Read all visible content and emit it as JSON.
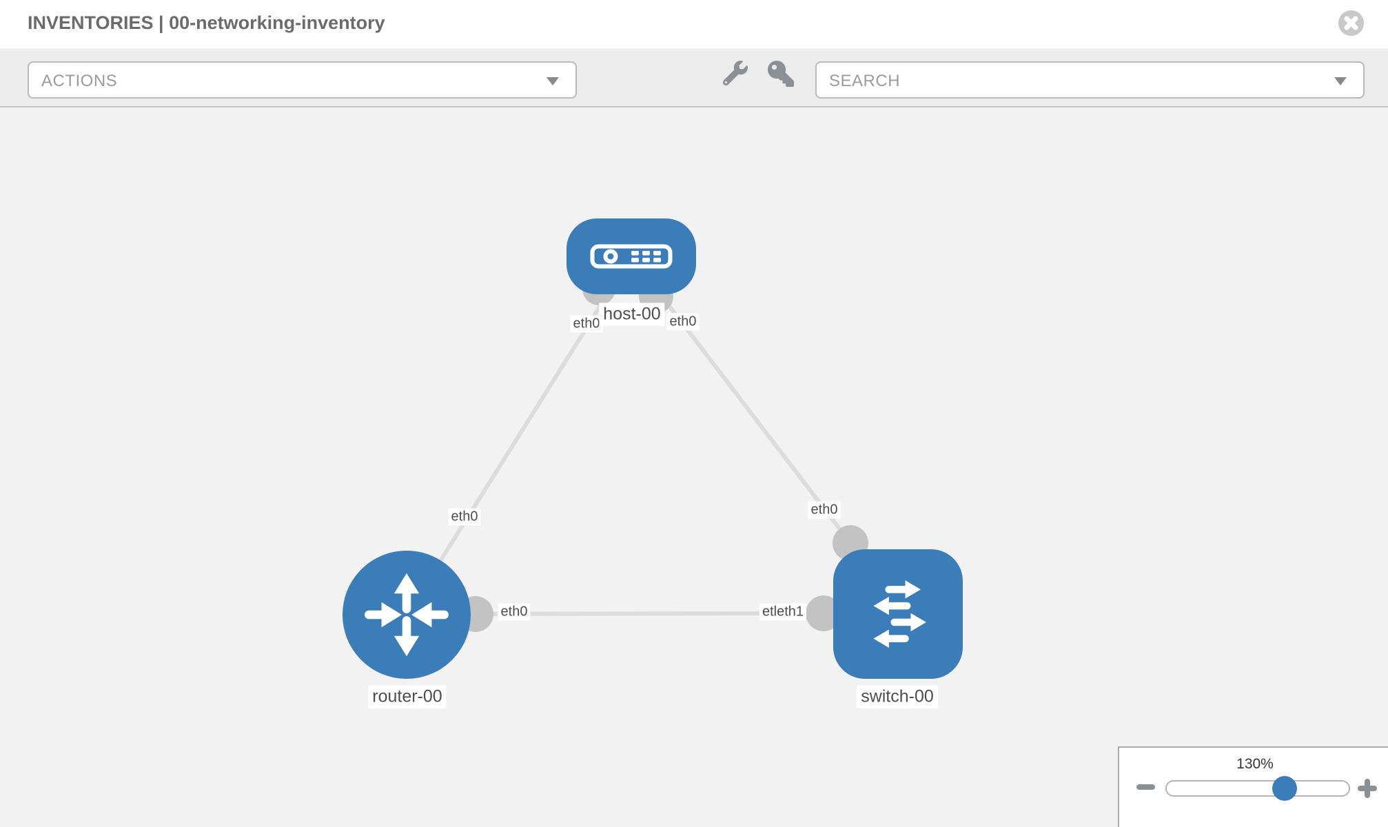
{
  "header": {
    "title": "INVENTORIES | 00-networking-inventory"
  },
  "toolbar": {
    "actions": {
      "label": "ACTIONS"
    },
    "search": {
      "label": "SEARCH"
    },
    "icons": [
      "wrench-icon",
      "key-icon"
    ]
  },
  "topology": {
    "nodes": [
      {
        "name": "host-00",
        "type": "host",
        "shape": "rounded-rect"
      },
      {
        "name": "router-00",
        "type": "router",
        "shape": "circle"
      },
      {
        "name": "switch-00",
        "type": "switch",
        "shape": "rounded-square"
      }
    ],
    "links": [
      {
        "from": "host-00",
        "to": "router-00"
      },
      {
        "from": "host-00",
        "to": "switch-00"
      },
      {
        "from": "router-00",
        "to": "switch-00"
      }
    ],
    "port_labels": [
      {
        "text": "eth0",
        "link": "host-00 - router-00",
        "side": "host-00"
      },
      {
        "text": "eth0",
        "link": "host-00 - switch-00",
        "side": "host-00"
      },
      {
        "text": "eth0",
        "link": "host-00 - router-00",
        "side": "router-00"
      },
      {
        "text": "eth0",
        "link": "host-00 - switch-00",
        "side": "switch-00"
      },
      {
        "text": "eth0",
        "link": "router-00 - switch-00",
        "side": "router-00"
      },
      {
        "text": "etleth1",
        "link": "router-00 - switch-00",
        "side": "switch-00"
      }
    ]
  },
  "zoom": {
    "value": "130%"
  },
  "colors": {
    "node_blue": "#3b7db9",
    "link_gray": "#dcdcdc",
    "port_dot_gray": "#c3c3c3",
    "icon_gray": "#8b9096"
  }
}
